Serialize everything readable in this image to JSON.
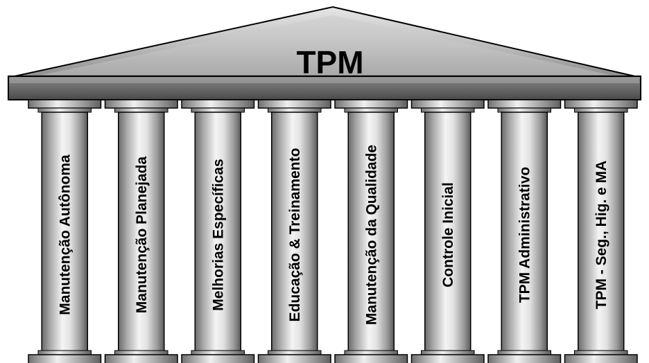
{
  "title": "TPM",
  "pillars": [
    {
      "label": "Manutenção Autônoma"
    },
    {
      "label": "Manutenção Planejada"
    },
    {
      "label": "Melhorias Específicas"
    },
    {
      "label": "Educação & Treinamento"
    },
    {
      "label": "Manutenção da Qualidade"
    },
    {
      "label": "Controle Inicial"
    },
    {
      "label": "TPM Administrativo"
    },
    {
      "label": "TPM - Seg., Hig. e  MA"
    }
  ],
  "colors": {
    "roof_light": "#d4d4d4",
    "roof_mid": "#a9a9a9",
    "roof_dark": "#6e6e6e",
    "column_light": "#f2f2f2",
    "column_dark": "#5f5f5f",
    "outline": "#000000"
  }
}
